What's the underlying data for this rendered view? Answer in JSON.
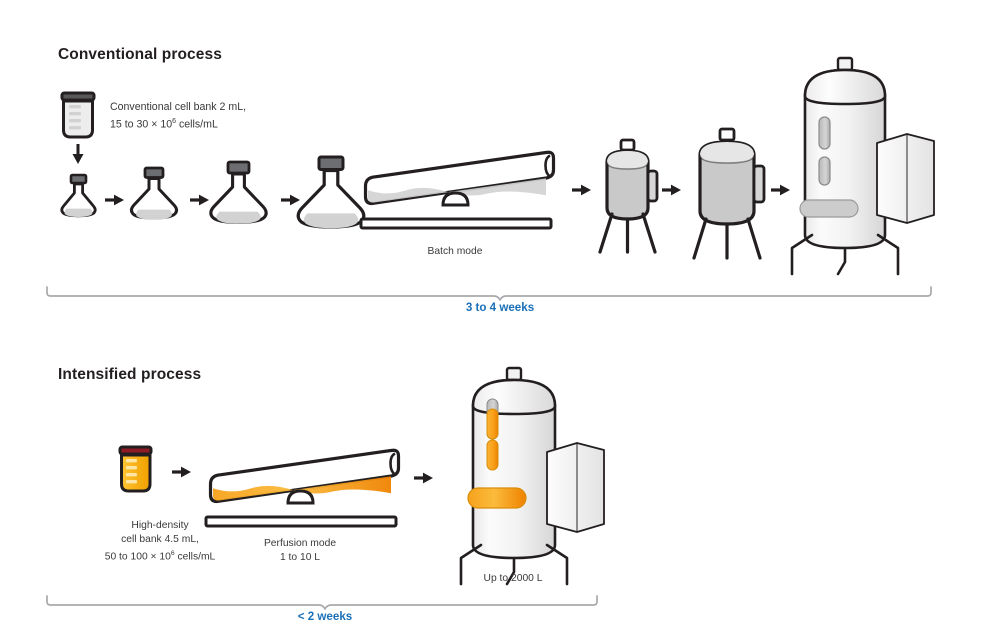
{
  "diagram": {
    "title_conventional": "Conventional process",
    "title_intensified": "Intensified process",
    "conventional": {
      "cell_bank_note_line1": "Conventional cell bank 2 mL,",
      "cell_bank_note_line2_a": "15 to 30  × 10",
      "cell_bank_note_line2_sup": "6",
      "cell_bank_note_line2_b": " cells/mL",
      "rocker_caption": "Batch mode",
      "duration_label": "3 to 4 weeks",
      "flask_count": 4,
      "bioreactor_count": 2
    },
    "intensified": {
      "cell_bank_caption_line1": "High-density",
      "cell_bank_caption_line2": "cell bank 4.5 mL,",
      "cell_bank_caption_line3_a": "50 to 100 × 10",
      "cell_bank_caption_line3_sup": "6",
      "cell_bank_caption_line3_b": " cells/mL",
      "rocker_caption_line1": "Perfusion mode",
      "rocker_caption_line2": "1 to 10 L",
      "tank_caption": "Up to 2000 L",
      "duration_label": "< 2 weeks"
    },
    "colors": {
      "accent_blue": "#1b70b8",
      "outline_dark": "#231f20",
      "fill_gray": "#cfcfcf",
      "fill_light": "#ededed",
      "orange": "#f7a81b",
      "orange_deep": "#f58a1f",
      "cap_red": "#8f1a23",
      "bracket_gray": "#a7a9ac"
    }
  }
}
